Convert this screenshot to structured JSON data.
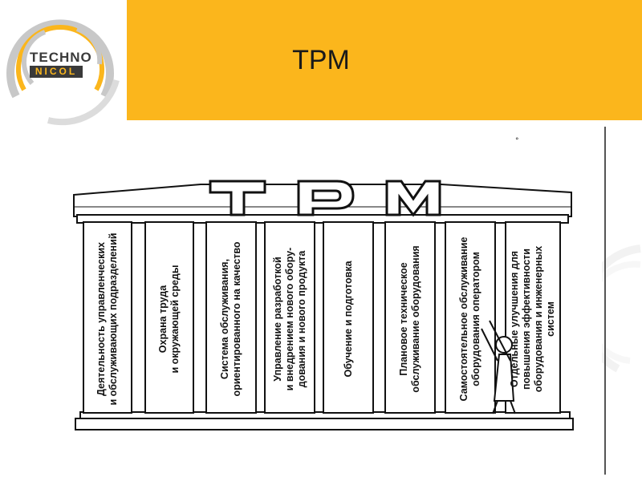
{
  "header": {
    "title": "TPM",
    "brand_top": "TECHNO",
    "brand_bottom": "NICOL",
    "colors": {
      "banner": "#fbb61c",
      "logo_dark": "#3a3a3a",
      "ring_gray": "#c8c8c8"
    }
  },
  "diagram": {
    "pediment_letters": "TPM",
    "pillars": [
      {
        "lines": [
          "Деятельность управленческих",
          "и обслуживающих подразделений"
        ]
      },
      {
        "lines": [
          "Охрана труда",
          "и окружающей среды"
        ]
      },
      {
        "lines": [
          "Система обслуживания,",
          "ориентированного на качество"
        ]
      },
      {
        "lines": [
          "Управление разработкой",
          "и внедрением нового обору-",
          "дования и нового продукта"
        ]
      },
      {
        "lines": [
          "Обучение и подготовка"
        ]
      },
      {
        "lines": [
          "Плановое техническое",
          "обслуживание оборудования"
        ]
      },
      {
        "lines": [
          "Самостоятельное обслуживание",
          "оборудования оператором"
        ]
      },
      {
        "lines": [
          "Отдельные улучшения для",
          "повышения эффективности",
          "оборудования и инженерных",
          "систем"
        ]
      }
    ]
  }
}
